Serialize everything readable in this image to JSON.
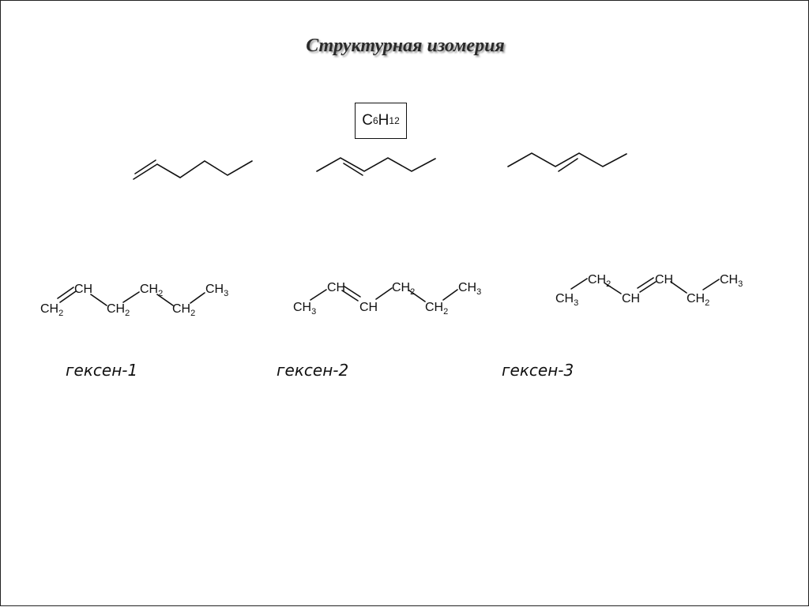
{
  "title": "Структурная изомерия",
  "formula": {
    "element1": "C",
    "count1": "6",
    "element2": "H",
    "count2": "12"
  },
  "isomers": [
    {
      "name": "гексен-1",
      "groups": [
        {
          "main": "CH",
          "sub": "2"
        },
        {
          "main": "CH",
          "sub": ""
        },
        {
          "main": "CH",
          "sub": "2"
        },
        {
          "main": "CH",
          "sub": "2"
        },
        {
          "main": "CH",
          "sub": "2"
        },
        {
          "main": "CH",
          "sub": "3"
        }
      ]
    },
    {
      "name": "гексен-2",
      "groups": [
        {
          "main": "CH",
          "sub": "3"
        },
        {
          "main": "CH",
          "sub": ""
        },
        {
          "main": "CH",
          "sub": ""
        },
        {
          "main": "CH",
          "sub": "2"
        },
        {
          "main": "CH",
          "sub": "2"
        },
        {
          "main": "CH",
          "sub": "3"
        }
      ]
    },
    {
      "name": "гексен-3",
      "groups": [
        {
          "main": "CH",
          "sub": "3"
        },
        {
          "main": "CH",
          "sub": "2"
        },
        {
          "main": "CH",
          "sub": ""
        },
        {
          "main": "CH",
          "sub": ""
        },
        {
          "main": "CH",
          "sub": "2"
        },
        {
          "main": "CH",
          "sub": "3"
        }
      ]
    }
  ]
}
